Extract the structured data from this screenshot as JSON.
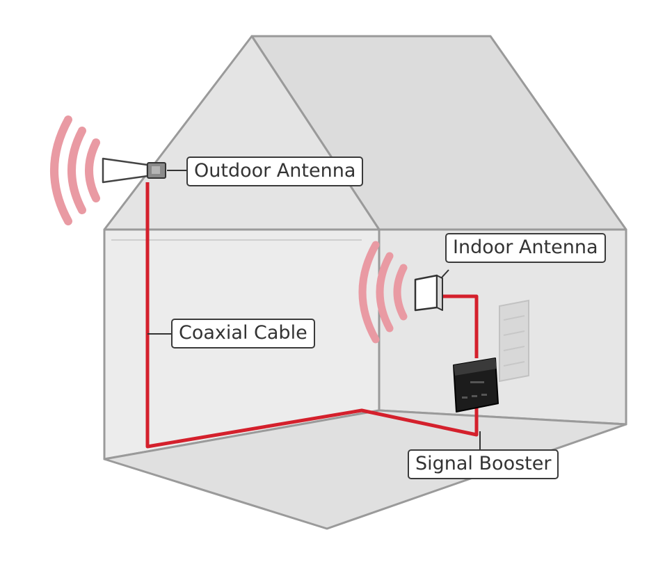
{
  "labels": {
    "outdoor_antenna": "Outdoor Antenna",
    "indoor_antenna": "Indoor Antenna",
    "coaxial_cable": "Coaxial Cable",
    "signal_booster": "Signal Booster"
  },
  "colors": {
    "cable": "#d4202c",
    "signal_wave": "#e99aa3",
    "house_wall": "#e9e9e9",
    "house_roof": "#dedede",
    "outline": "#9a9a9a",
    "booster": "#1c1c1c",
    "label_border": "#3a3a3a"
  },
  "icons": [
    "signal-wave-icon",
    "outdoor-antenna-icon",
    "indoor-antenna-icon",
    "signal-booster-icon"
  ]
}
